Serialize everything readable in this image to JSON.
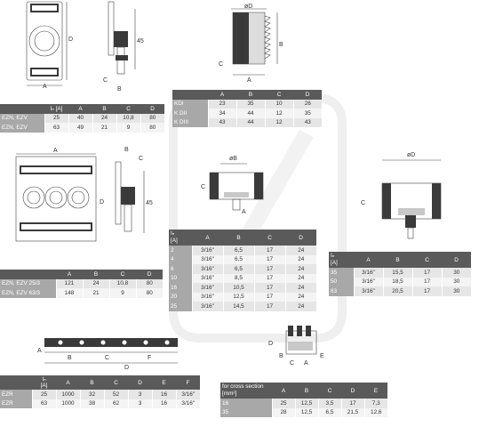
{
  "watermark_shape": "rounded-square-outline",
  "tables": {
    "t1": {
      "header": [
        "Iₙ\n[A]",
        "A",
        "B",
        "C",
        "D"
      ],
      "rows": [
        [
          "EZN, EZV",
          "25",
          "40",
          "24",
          "10,8",
          "80"
        ],
        [
          "EZN, EZV",
          "63",
          "49",
          "21",
          "9",
          "80"
        ]
      ]
    },
    "t2": {
      "header": [
        "A",
        "B",
        "C",
        "D"
      ],
      "rows": [
        [
          "KDI",
          "23",
          "35",
          "10",
          "26"
        ],
        [
          "K DII",
          "34",
          "44",
          "12",
          "35"
        ],
        [
          "K DIII",
          "43",
          "44",
          "12",
          "43"
        ]
      ]
    },
    "t3": {
      "header": [
        "A",
        "B",
        "C",
        "D"
      ],
      "rows": [
        [
          "EZN, EZV 25/3",
          "121",
          "24",
          "10,8",
          "80"
        ],
        [
          "EZN, EZV 63/3",
          "148",
          "21",
          "9",
          "80"
        ]
      ]
    },
    "t4": {
      "header": [
        "Iₙ\n[A]",
        "A",
        "B",
        "C",
        "D"
      ],
      "rows": [
        [
          "2",
          "3/16\"",
          "6,5",
          "17",
          "24"
        ],
        [
          "4",
          "3/16\"",
          "6,5",
          "17",
          "24"
        ],
        [
          "6",
          "3/16\"",
          "6,5",
          "17",
          "24"
        ],
        [
          "10",
          "3/16\"",
          "8,5",
          "17",
          "24"
        ],
        [
          "16",
          "3/16\"",
          "10,5",
          "17",
          "24"
        ],
        [
          "20",
          "3/16\"",
          "12,5",
          "17",
          "24"
        ],
        [
          "25",
          "3/16\"",
          "14,5",
          "17",
          "24"
        ]
      ]
    },
    "t5": {
      "header": [
        "Iₙ\n[A]",
        "A",
        "B",
        "C",
        "D"
      ],
      "rows": [
        [
          "35",
          "3/16\"",
          "15,5",
          "17",
          "30"
        ],
        [
          "50",
          "3/16\"",
          "18,5",
          "17",
          "30"
        ],
        [
          "63",
          "3/16\"",
          "20,5",
          "17",
          "30"
        ]
      ]
    },
    "t6": {
      "header": [
        "Iₙ\n[A]",
        "A",
        "B",
        "C",
        "D",
        "E",
        "F"
      ],
      "rows": [
        [
          "EZR",
          "25",
          "1000",
          "32",
          "52",
          "3",
          "16",
          "3/16\""
        ],
        [
          "EZR",
          "63",
          "1000",
          "38",
          "62",
          "3",
          "16",
          "3/16\""
        ]
      ]
    },
    "t7": {
      "header": [
        "for cross section\n[mm²]",
        "A",
        "B",
        "C",
        "D",
        "E"
      ],
      "rows": [
        [
          "16",
          "25",
          "12,5",
          "3,5",
          "17",
          "7,3"
        ],
        [
          "35",
          "28",
          "12,5",
          "6,5",
          "21,5",
          "12,6"
        ]
      ]
    }
  },
  "dims": {
    "d1": [
      "D",
      "A"
    ],
    "d2": [
      "45",
      "C",
      "B"
    ],
    "d3": [
      "øD",
      "B",
      "C",
      "A"
    ],
    "d4": [
      "A",
      "D"
    ],
    "d5": [
      "B",
      "C",
      "45"
    ],
    "d6": [
      "øB",
      "C",
      "A"
    ],
    "d7": [
      "øD",
      "C"
    ],
    "d8": [
      "A",
      "B",
      "C",
      "F",
      "D"
    ],
    "d9": [
      "D",
      "B",
      "C",
      "A",
      "E"
    ]
  }
}
